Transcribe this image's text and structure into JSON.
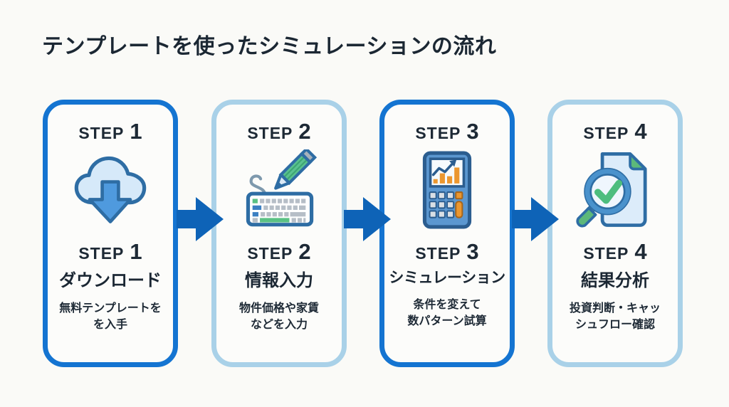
{
  "page": {
    "title": "テンプレートを使ったシミュレーションの流れ",
    "background_color": "#fafaf7",
    "text_color": "#1d2935"
  },
  "colors": {
    "card_border_dark": "#1474d1",
    "card_border_light": "#a9d1e8",
    "card_background": "#fcfcfa",
    "arrow_blue": "#0e63b7",
    "icon_outline_blue": "#2e6da4",
    "icon_green": "#5ac184",
    "icon_orange": "#eb9730"
  },
  "steps": [
    {
      "step_label": "STEP",
      "step_number": "1",
      "icon": "cloud-download-icon",
      "title": "ダウンロード",
      "description": [
        "無料テンプレートを",
        "を入手"
      ],
      "border": "dark"
    },
    {
      "step_label": "STEP",
      "step_number": "2",
      "icon": "keyboard-pencil-icon",
      "title": "情報入力",
      "description": [
        "物件価格や家賃",
        "などを入力"
      ],
      "border": "light"
    },
    {
      "step_label": "STEP",
      "step_number": "3",
      "icon": "calculator-chart-icon",
      "title": "シミュレーション",
      "description": [
        "条件を変えて",
        "数パターン試算"
      ],
      "border": "dark"
    },
    {
      "step_label": "STEP",
      "step_number": "4",
      "icon": "document-check-magnifier-icon",
      "title": "結果分析",
      "description": [
        "投資判断・キャッ",
        "シュフロー確認"
      ],
      "border": "light"
    }
  ]
}
